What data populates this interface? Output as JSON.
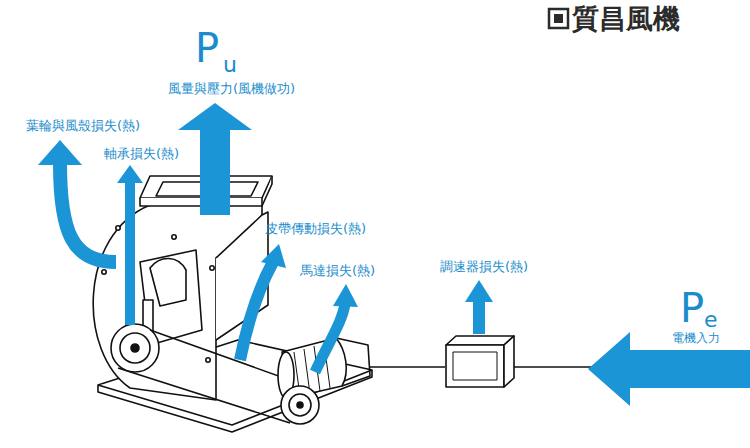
{
  "diagram": {
    "labels": [
      "P",
      "u",
      "風量與壓力(風機做功)",
      "葉輪與風殼損失(熱)",
      "軸承損失(熱)",
      "皮帶傳動損失(熱)",
      "馬達損失(熱)",
      "調速器損失(熱)",
      "P",
      "e",
      "電機入力",
      "質昌風機"
    ]
  }
}
